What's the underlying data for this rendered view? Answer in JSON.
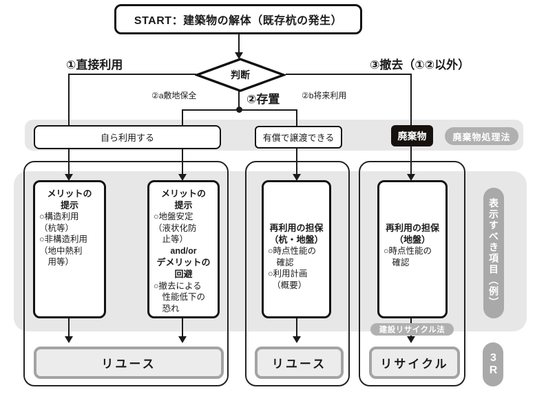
{
  "title": "既存杭の再利用フロー図",
  "start": {
    "label": "START：建築物の解体（既存杭の発生）"
  },
  "decision": {
    "label": "判断"
  },
  "branches": {
    "direct_use": "①直接利用",
    "leave_site": "②a敷地保全",
    "leave": "②存置",
    "leave_future": "②b将来利用",
    "removal": "③撤去（①②以外）"
  },
  "band": {
    "self_use": "自ら利用する",
    "paid_transfer": "有償で譲渡できる",
    "waste": "廃棄物",
    "waste_law": "廃棄物処理法"
  },
  "columns": {
    "col1": {
      "header": "メリットの\n提示",
      "body": "○構造利用\n（杭等）\n○非構造利用\n（地中熱利\n　用等）"
    },
    "col2": {
      "header": "メリットの\n提示",
      "body": "○地盤安定\n（液状化防\n　止等）",
      "andor": "and/or",
      "header2": "デメリットの\n回避",
      "body2": "○撤去による\n　性能低下の\n　恐れ"
    },
    "col3": {
      "header": "再利用の担保\n（杭・地盤）",
      "body": "○時点性能の\n　確認\n○利用計画\n　（概要）"
    },
    "col4": {
      "header": "再利用の担保\n（地盤）",
      "body": "○時点性能の\n　確認"
    }
  },
  "recycle_law": "建設リサイクル法",
  "results": {
    "reuse1": "リユース",
    "reuse2": "リユース",
    "recycle": "リサイクル"
  },
  "side": {
    "display_items": "表示すべき項目（例）",
    "three_r": "3R"
  },
  "colors": {
    "panel_gray": "#e7e7e7",
    "pill_gray": "#b0b0b0",
    "waste_black": "#17110e",
    "line_black": "#1a1a1a",
    "result_border": "#a3a3a3"
  }
}
